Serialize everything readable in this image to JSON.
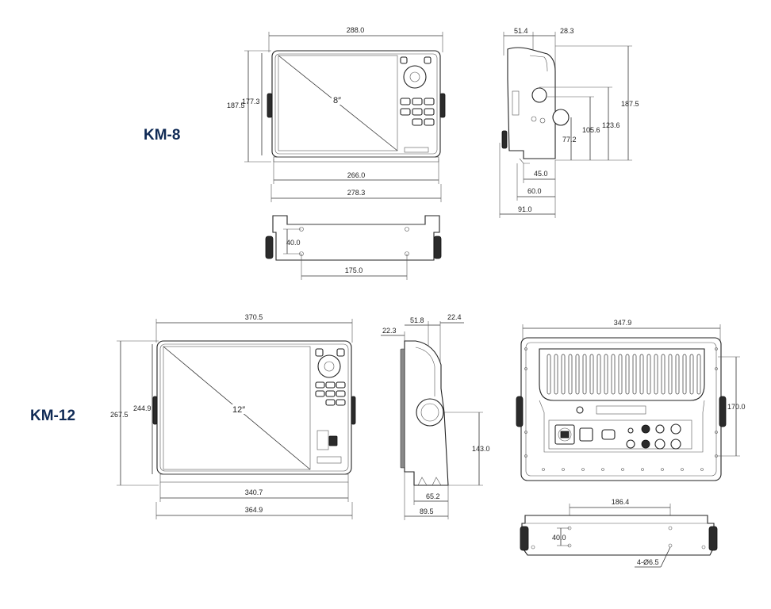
{
  "models": {
    "km8": "KM-8",
    "km12": "KM-12"
  },
  "km8": {
    "front": {
      "width_top": "288.0",
      "height_outer": "187.5",
      "height_inner": "177.3",
      "diagonal": "8″",
      "width_screen": "266.0",
      "width_bracket": "278.3"
    },
    "side": {
      "top_a": "51.4",
      "top_b": "28.3",
      "h1": "187.5",
      "h2": "123.6",
      "h3": "105.6",
      "h4": "77.2",
      "w1": "45.0",
      "w2": "60.0",
      "w3": "91.0"
    },
    "bottom": {
      "hole_v": "40.0",
      "hole_h": "175.0"
    }
  },
  "km12": {
    "front": {
      "width_top": "370.5",
      "height_outer": "267.5",
      "height_inner": "244.9",
      "diagonal": "12″",
      "width_screen": "340.7",
      "width_bracket": "364.9"
    },
    "side": {
      "left": "22.3",
      "top_a": "51.8",
      "top_b": "22.4",
      "h1": "143.0",
      "w1": "65.2",
      "w2": "89.5"
    },
    "rear": {
      "width": "347.9",
      "height": "170.0"
    },
    "bottom": {
      "hole_h": "186.4",
      "hole_v": "40.0",
      "holes": "4-Ø6.5"
    }
  }
}
